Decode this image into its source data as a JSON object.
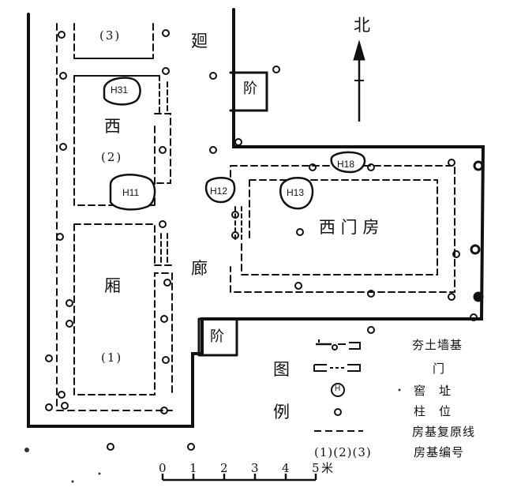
{
  "labels": {
    "north": "北",
    "corridor_1": "廻",
    "corridor_2": "廊",
    "step_north": "阶",
    "step_south": "阶",
    "west_wing_1": "西",
    "west_wing_2": "厢",
    "room_1": "(1)",
    "room_2": "(2)",
    "room_3": "(3)",
    "west_gate_house": "西 门 房"
  },
  "pits": {
    "h31": "H31",
    "h11": "H11",
    "h12": "H12",
    "h13": "H13",
    "h18": "H18"
  },
  "legend": {
    "title_1": "图",
    "title_2": "例",
    "rammed_earth_wall": "夯土墙基",
    "door": "门",
    "pit": "窖　址",
    "pit_symbol": "H",
    "pillar": "柱　位",
    "reconstruction_line": "房基复原线",
    "numbering_symbols": "(1)(2)(3)",
    "numbering_label": "房基编号"
  },
  "scale": {
    "ticks": [
      "0",
      "1",
      "2",
      "3",
      "4",
      "5"
    ],
    "unit": "米"
  }
}
